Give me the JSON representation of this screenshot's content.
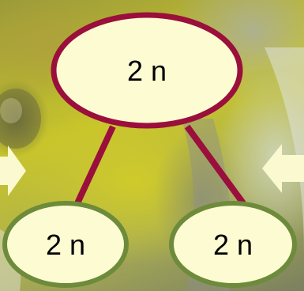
{
  "diagram": {
    "parent": {
      "label": "2 n"
    },
    "children": [
      {
        "label": "2 n"
      },
      {
        "label": "2 n"
      }
    ]
  },
  "colors": {
    "node_fill": "#fdfbd2",
    "parent_stroke": "#9a0f3c",
    "child_stroke": "#6d8b3a",
    "connector": "#9a0f3c",
    "arrow_fill": "#fbf9d0"
  },
  "icons": [
    "arrow-right-icon",
    "arrow-left-icon"
  ]
}
